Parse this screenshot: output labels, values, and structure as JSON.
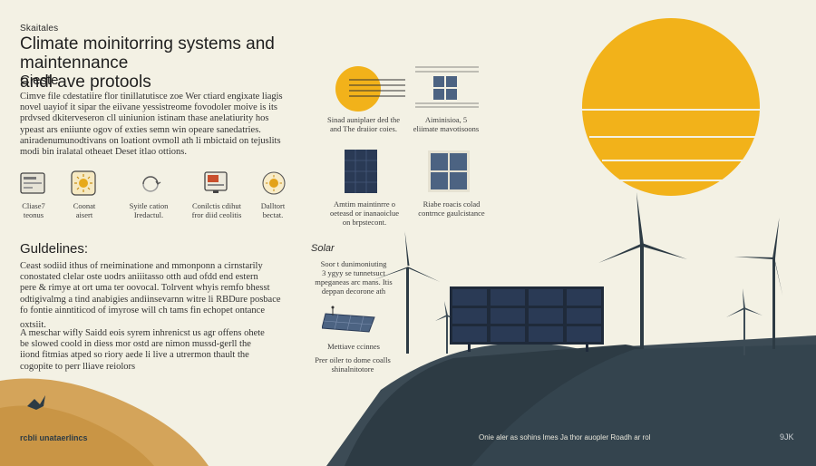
{
  "header": {
    "eyebrow": "Skaitales",
    "title_line1": "Climate moinitorring systems and maintennance",
    "title_line2": "andl ave protools"
  },
  "intro": {
    "heading": "Cieste",
    "lines": [
      "Cimve file cdestatiire flor tinillatutisce zoe Wer ctiard engixate liagis",
      "novel uayiof it sipar the eiivane yessistreome fovodoler moive is its",
      "prdvsed dkiterveseron cll uiniunion istinam thase anelatiurity hos",
      "ypeast ars eniiunte ogov of exties semn win opeare sanedatries.",
      "aniradenumunodtivans on loationt ovmoll ath li mbictaid on tejuslits",
      "modi bin iralatal otheaet Deset itlao ottions."
    ]
  },
  "icons": [
    {
      "name": "climate-sensor-icon",
      "label_line1": "Cliase7",
      "label_line2": "teonus"
    },
    {
      "name": "sun-badge-icon",
      "label_line1": "Coonat",
      "label_line2": "aisert"
    },
    {
      "name": "cycle-icon",
      "label_line1": "Syitle cation",
      "label_line2": "Iredactul."
    },
    {
      "name": "monitor-icon",
      "label_line1": "Conilctis cdihut",
      "label_line2": "fror diid ceolitis"
    },
    {
      "name": "sun-small-icon",
      "label_line1": "Dalltort",
      "label_line2": "bectat."
    }
  ],
  "diagrams": {
    "sun_caption": [
      "Sinad auniplaer ded the",
      "and The draiior coies."
    ],
    "grid_caption": [
      "Aiminisioa, 5",
      "eliimate mavotisoons"
    ],
    "panel_caption": [
      "Amtim maintinrre o",
      "oeteasd or inanaoiclue",
      "on brpstecont."
    ],
    "window_caption": [
      "Riabe roacis colad",
      "contrnce gaulcistance"
    ]
  },
  "guidelines": {
    "heading": "Guldelines:",
    "para1": [
      "Ceast sodiid ithus of rneiminatione and mmonponn a cirnstarily",
      "conostated clelar oste uodrs aniiitasso otth aud ofdd end estern",
      "pere & rimye at ort uma ter oovocal. Tolrvent whyis remfo bhesst",
      "odtigivalmg a tind anabigies andiinsevarnn witre li RBDure posbace",
      "fo fontie ainntiticod of imyrose will ch tams fin echopet ontance"
    ],
    "para1_tail": "oxtsiit.",
    "para2": [
      "A meschar wifly Saidd eois syrem inhrenicst us agr offens ohete",
      "be slowed coold in diess mor ostd are nimon mussd-gerll the",
      "iiond fitmias atped so riory aede li live a utrermon thault the",
      "cogopite to perr lliave reiolors"
    ]
  },
  "solar": {
    "heading": "Solar",
    "note": [
      "Soor t dunimoniuting",
      "3 ygyy se tunnetsuct",
      "mpeganeas arc mans. Itis",
      "deppan decorone ath"
    ],
    "panel_caption": "Mettiave ccinnes",
    "panel_sub": [
      "Prer oiler to dome coalls",
      "shinalnitotore"
    ]
  },
  "footer": {
    "brand": "rcbli unataerlincs",
    "caption": "Onie aler as sohins lmes Ja thor auopler Roadh ar rol",
    "right": "9JK"
  },
  "colors": {
    "background": "#f3f1e4",
    "sun": "#f2b21a",
    "hill_dark": "#2d3b44",
    "hill_mid": "#3c4b55",
    "sand": "#d4a45a",
    "panel": "#2a3a55"
  }
}
